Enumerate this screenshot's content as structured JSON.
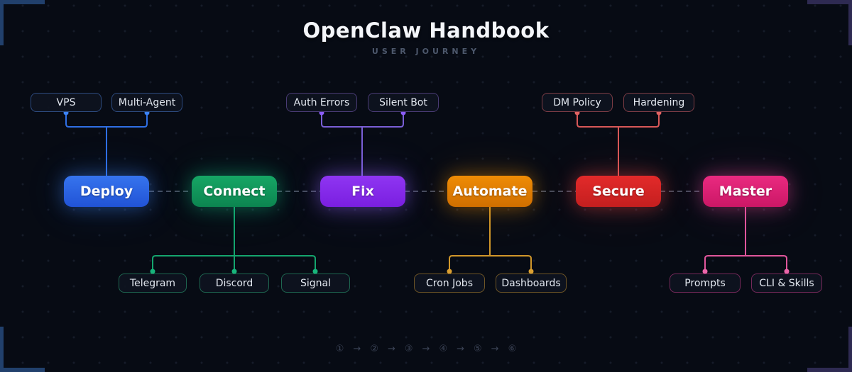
{
  "header": {
    "title": "OpenClaw Handbook",
    "subtitle": "USER JOURNEY"
  },
  "nodes": [
    {
      "label": "Deploy",
      "color": "#2563eb",
      "top": [
        "VPS",
        "Multi-Agent"
      ]
    },
    {
      "label": "Connect",
      "color": "#10b981",
      "bottom": [
        "Telegram",
        "Discord",
        "Signal"
      ]
    },
    {
      "label": "Fix",
      "color": "#8b5cf6",
      "top": [
        "Auth Errors",
        "Silent Bot"
      ]
    },
    {
      "label": "Automate",
      "color": "#ea8a08",
      "bottom": [
        "Cron Jobs",
        "Dashboards"
      ]
    },
    {
      "label": "Secure",
      "color": "#ef4444",
      "top": [
        "DM Policy",
        "Hardening"
      ]
    },
    {
      "label": "Master",
      "color": "#ec4899",
      "bottom": [
        "Prompts",
        "CLI & Skills"
      ]
    }
  ],
  "footer": {
    "steps": [
      "①",
      "②",
      "③",
      "④",
      "⑤",
      "⑥"
    ],
    "arrow": "→"
  }
}
